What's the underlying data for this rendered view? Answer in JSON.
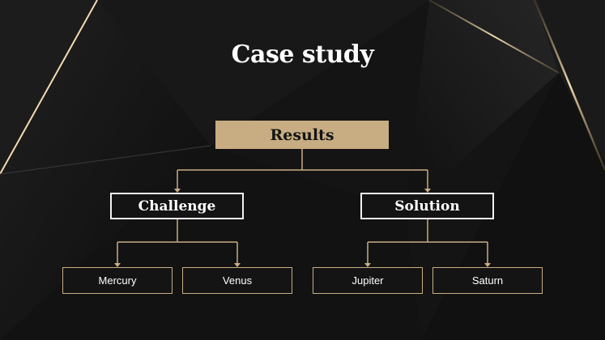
{
  "title": "Case study",
  "diagram": {
    "root": "Results",
    "branches": [
      {
        "label": "Challenge",
        "children": [
          "Mercury",
          "Venus"
        ]
      },
      {
        "label": "Solution",
        "children": [
          "Jupiter",
          "Saturn"
        ]
      }
    ]
  },
  "colors": {
    "accent": "#c8ad82",
    "background": "#141414",
    "text": "#ffffff"
  }
}
